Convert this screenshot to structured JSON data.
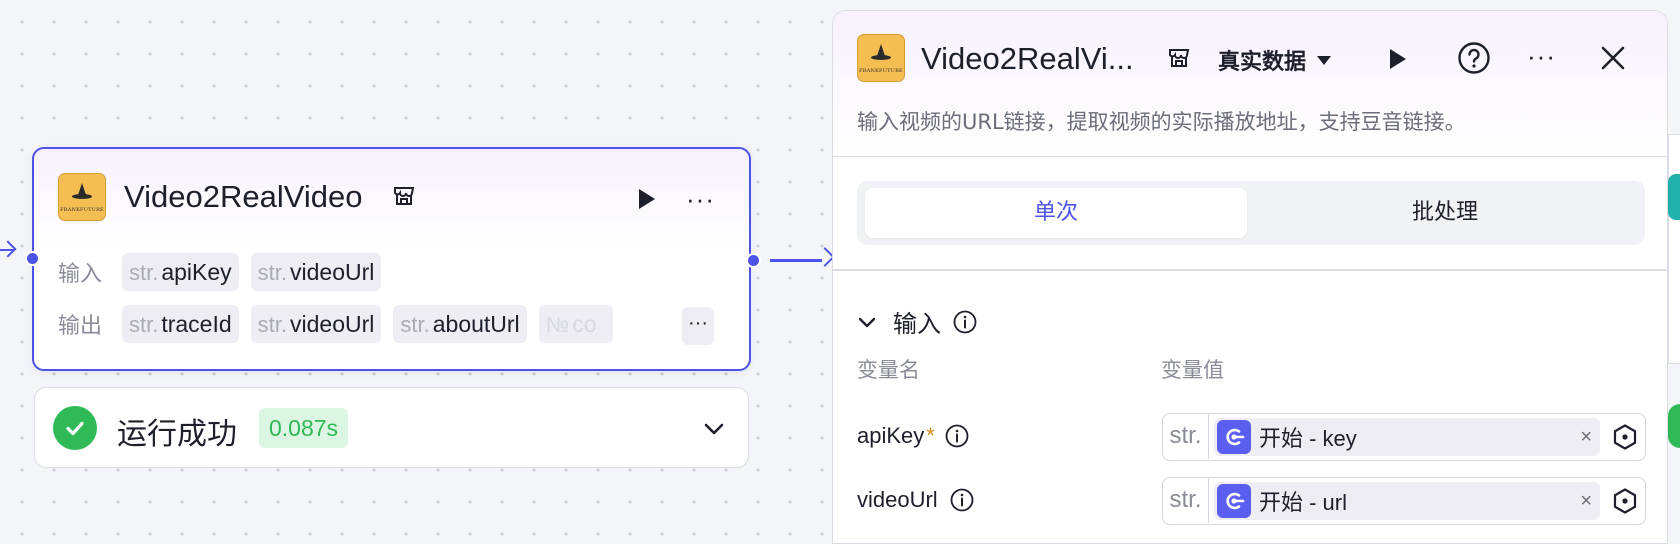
{
  "node": {
    "title": "Video2RealVideo",
    "logo_text": "FRANKFUTURE",
    "input_label": "输入",
    "output_label": "输出",
    "inputs": [
      {
        "type": "str.",
        "name": "apiKey"
      },
      {
        "type": "str.",
        "name": "videoUrl"
      }
    ],
    "outputs": [
      {
        "type": "str.",
        "name": "traceId"
      },
      {
        "type": "str.",
        "name": "videoUrl"
      },
      {
        "type": "str.",
        "name": "aboutUrl"
      },
      {
        "type": "№",
        "name": "co"
      }
    ],
    "more_label": "···",
    "io_more_label": "···"
  },
  "status": {
    "text": "运行成功",
    "time": "0.087s"
  },
  "panel": {
    "title": "Video2RealVi...",
    "mode": "真实数据",
    "more_label": "···",
    "description": "输入视频的URL链接，提取视频的实际播放地址，支持豆音链接。",
    "tabs": [
      {
        "label": "单次",
        "active": true
      },
      {
        "label": "批处理",
        "active": false
      }
    ],
    "section_title": "输入",
    "col_name": "变量名",
    "col_value": "变量值",
    "variables": [
      {
        "name": "apiKey",
        "required": "*",
        "type": "str.",
        "ref": "开始 - key",
        "clear": "×"
      },
      {
        "name": "videoUrl",
        "required": "",
        "type": "str.",
        "ref": "开始 - url",
        "clear": "×"
      }
    ]
  },
  "colors": {
    "accent": "#4d53e8",
    "success": "#2fb957",
    "logo_bg": "#f5be52"
  }
}
